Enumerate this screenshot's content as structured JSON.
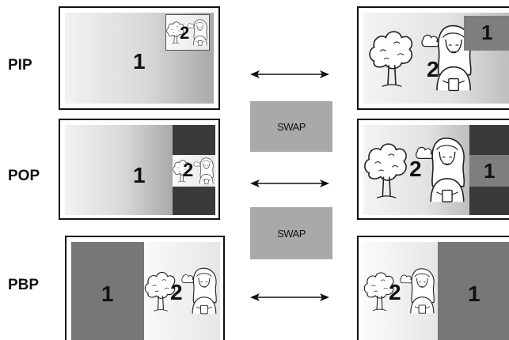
{
  "modes": [
    {
      "label": "PIP",
      "main_number": "1",
      "sub_number": "2",
      "swapped_main": "2",
      "swapped_sub": "1"
    },
    {
      "label": "POP",
      "main_number": "1",
      "sub_number": "2",
      "swapped_main": "2",
      "swapped_sub": "1"
    },
    {
      "label": "PBP",
      "main_number": "1",
      "sub_number": "2",
      "swapped_main": "2",
      "swapped_sub": "1"
    }
  ],
  "swap_buttons": [
    "SWAP",
    "SWAP"
  ],
  "icons": [
    "tree-icon",
    "woman-icon",
    "double-arrow-icon"
  ]
}
